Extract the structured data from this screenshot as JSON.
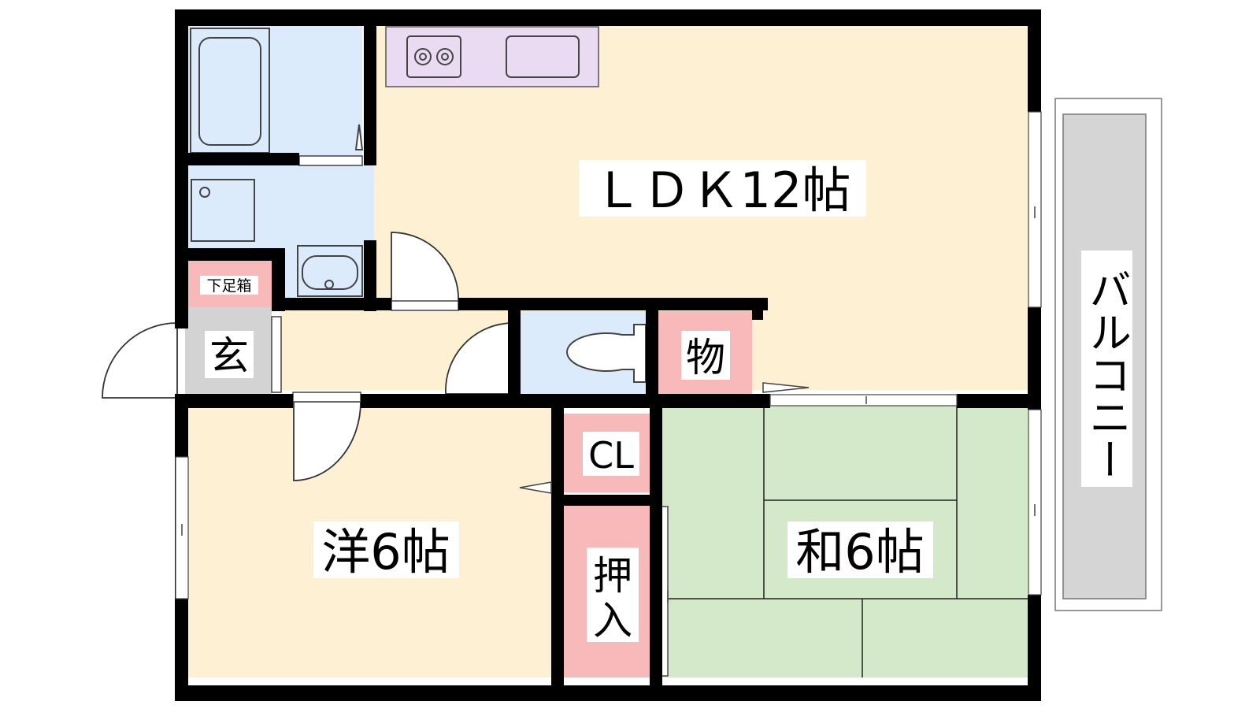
{
  "rooms": {
    "ldk": "ＬＤＫ12帖",
    "western": "洋6帖",
    "japanese": "和6帖",
    "entrance": "玄",
    "shoe_box": "下足箱",
    "storage": "物",
    "closet": "CL",
    "oshiire_line1": "押",
    "oshiire_line2": "入"
  },
  "balcony": {
    "label": "バルコニー"
  },
  "colors": {
    "wall": "#000000",
    "ldk_floor": "#fdf0d3",
    "western_floor": "#fdf0d3",
    "tatami": "#d3e9c9",
    "wet_area": "#dcebfb",
    "kitchen_counter": "#eadbf3",
    "storage_pink": "#f7b9b9",
    "entrance_gray": "#d3d3d3",
    "balcony_gray": "#d5d5d5"
  }
}
